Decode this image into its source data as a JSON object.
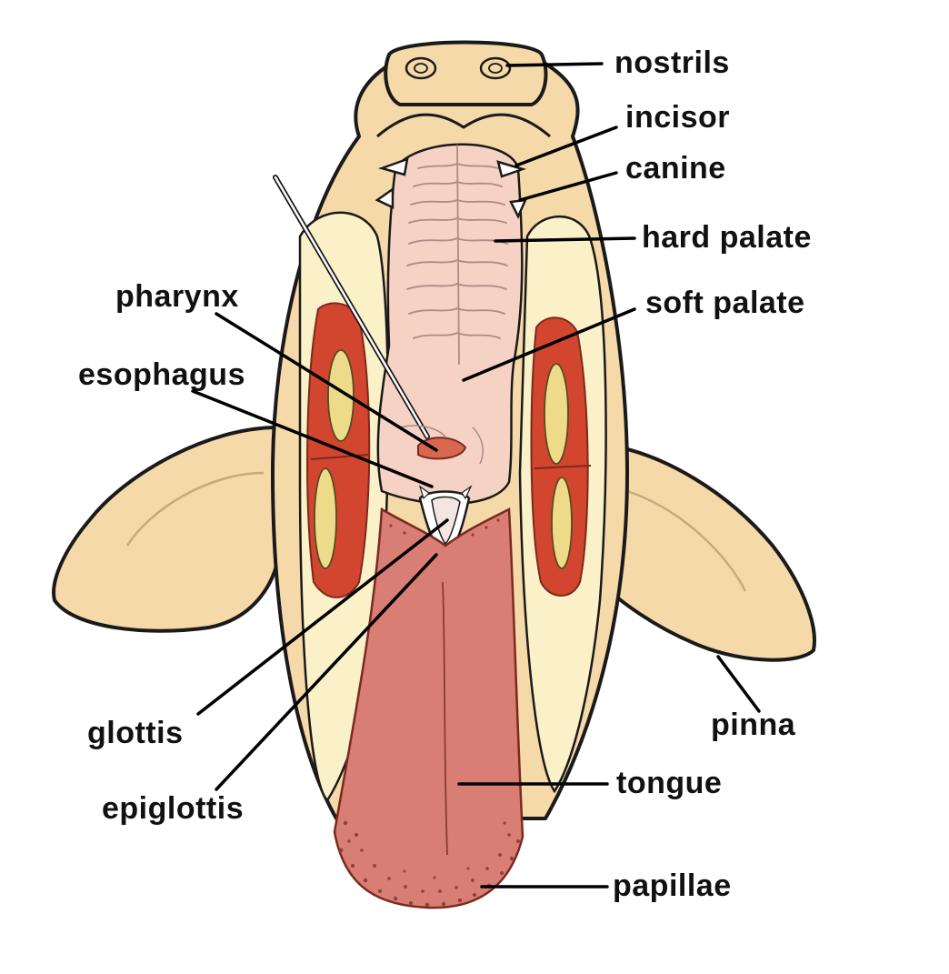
{
  "colors": {
    "skin": "#F6D9A8",
    "skin_inner": "#F2CF97",
    "palate": "#F6D2C4",
    "palate_ridge": "#B08A86",
    "tongue": "#D97E74",
    "papillae": "#B95F58",
    "muscle": "#D2452F",
    "bone": "#EEDB8A",
    "fat": "#FBF1C9",
    "tooth": "#FFFFFF",
    "outline": "#1A1A1A"
  },
  "labels": {
    "nostrils": "nostrils",
    "incisor": "incisor",
    "canine": "canine",
    "hard_palate": "hard palate",
    "soft_palate": "soft palate",
    "pharynx": "pharynx",
    "esophagus": "esophagus",
    "glottis": "glottis",
    "epiglottis": "epiglottis",
    "pinna": "pinna",
    "tongue": "tongue",
    "papillae": "papillae"
  }
}
